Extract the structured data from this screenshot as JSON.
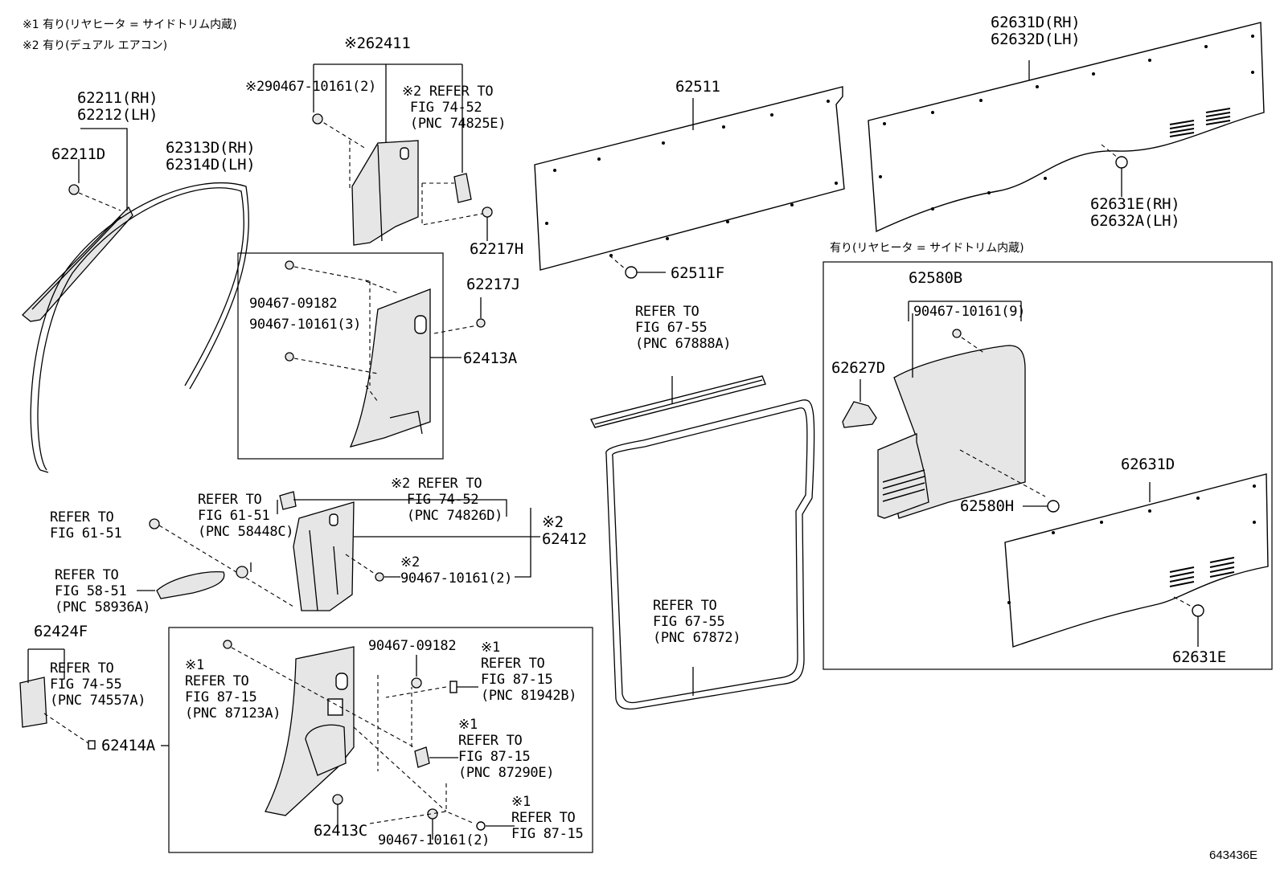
{
  "notes": {
    "note1": "※1 有り(リヤヒータ = サイドトリム内蔵)",
    "note2": "※2 有り(デュアル エアコン)",
    "box_note": "有り(リヤヒータ = サイドトリム内蔵)"
  },
  "labels": {
    "l62411": "※262411",
    "l90467_a": "※290467-10161(2)",
    "l_ref7452_e": "※2 REFER TO\n FIG 74-52\n (PNC 74825E)",
    "l62211": "62211(RH)\n62212(LH)",
    "l62211D": "62211D",
    "l62313D": "62313D(RH)\n62314D(LH)",
    "l62217H": "62217H",
    "l62217J": "62217J",
    "l90467_09182_a": "90467-09182",
    "l90467_10161_3": "90467-10161(3)",
    "l62413A": "62413A",
    "l62511": "62511",
    "l62511F": "62511F",
    "l62631D_top": "62631D(RH)\n62632D(LH)",
    "l62631E_top": "62631E(RH)\n62632A(LH)",
    "l_ref6755_a": "REFER TO\nFIG 67-55\n(PNC 67888A)",
    "l_ref6755_b": "REFER TO\nFIG 67-55\n(PNC 67872)",
    "l62580B": "62580B",
    "l90467_10161_9": "90467-10161(9)",
    "l62627D": "62627D",
    "l62580H": "62580H",
    "l62631D": "62631D",
    "l62631E": "62631E",
    "l_ref6151_a": "REFER TO\nFIG 61-51",
    "l_ref6151_b": "REFER TO\nFIG 61-51\n(PNC 58448C)",
    "l_ref7452_d": "※2 REFER TO\n  FIG 74-52\n  (PNC 74826D)",
    "l62412": "※2\n62412",
    "l90467_b": "※2\n90467-10161(2)",
    "l_ref5851": "REFER TO\nFIG 58-51\n(PNC 58936A)",
    "l62424F": "62424F",
    "l_ref7455": "REFER TO\nFIG 74-55\n(PNC 74557A)",
    "l62414A": "62414A",
    "l_ref8715_a": "※1\nREFER TO\nFIG 87-15\n(PNC 87123A)",
    "l90467_09182_b": "90467-09182",
    "l_ref8715_b": "※1\nREFER TO\nFIG 87-15\n(PNC 81942B)",
    "l_ref8715_c": "※1\nREFER TO\nFIG 87-15\n(PNC 87290E)",
    "l_ref8715_d": "※1\nREFER TO\nFIG 87-15",
    "l62413C": "62413C",
    "l90467_10161_2c": "90467-10161(2)"
  },
  "diagram_code": "643436E"
}
